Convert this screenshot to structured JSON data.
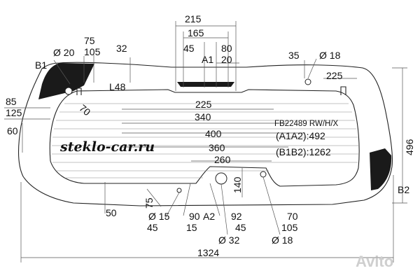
{
  "part_number": "FB22489 RW/H/X",
  "info": {
    "a1a2": "(A1A2):492",
    "b1b2": "(B1B2):1262"
  },
  "watermark": "steklo-car.ru",
  "avito_logo": "Avito",
  "point_labels": {
    "a1": "A1",
    "a2": "A2",
    "b1": "B1",
    "b2": "B2"
  },
  "dimensions": {
    "top_215": "215",
    "top_165": "165",
    "top_45": "45",
    "top_80": "80",
    "top_20": "20",
    "d20_left": "Ø 20",
    "d18_right_top": "Ø 18",
    "d15": "Ø 15",
    "d32": "Ø 32",
    "d18_bottom": "Ø 18",
    "v75_left": "75",
    "v105_left": "105",
    "v32": "32",
    "v35": "35",
    "v225_right": "225",
    "l48": "L48",
    "v85": "85",
    "v125": "125",
    "v60": "60",
    "v70_left": "70",
    "h225": "225",
    "h340": "340",
    "h400": "400",
    "h360": "360",
    "h260": "260",
    "v496": "496",
    "v140": "140",
    "v75_bottom": "75",
    "v50": "50",
    "b90": "90",
    "b45_left": "45",
    "b15": "15",
    "b92": "92",
    "b45_right": "45",
    "b70": "70",
    "b105": "105",
    "w1324": "1324"
  }
}
